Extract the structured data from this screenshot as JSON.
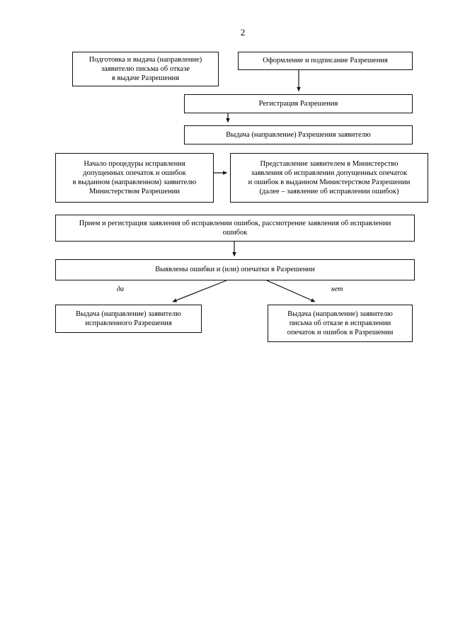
{
  "document": {
    "page_number": "2",
    "type": "administrative-procedure-flowchart",
    "language": "ru"
  },
  "chart_data": {
    "type": "diagram",
    "title": "",
    "nodes": [
      {
        "id": "refusal-letter",
        "text": "Подготовка и выдача (направление) заявителю письма об отказе в выдаче Разрешения",
        "lines": [
          "Подготовка и выдача (направление)",
          "заявителю письма об отказе",
          "в выдаче Разрешения"
        ]
      },
      {
        "id": "issue-sign",
        "text": "Оформление и подписание Разрешения",
        "lines": [
          "Оформление и подписание Разрешения"
        ]
      },
      {
        "id": "registration",
        "text": "Регистрация Разрешения",
        "lines": [
          "Регистрация Разрешения"
        ]
      },
      {
        "id": "deliver-permit",
        "text": "Выдача (направление) Разрешения заявителю",
        "lines": [
          "Выдача (направление) Разрешения заявителю"
        ]
      },
      {
        "id": "start-correction",
        "text": "Начало процедуры исправления допущенных опечаток и ошибок в выданном (направленном) заявителю Министерством Разрешении",
        "lines": [
          "Начало процедуры исправления",
          "допущенных опечаток и ошибок",
          "в выданном (направленном) заявителю",
          "Министерством Разрешении"
        ]
      },
      {
        "id": "applicant-request",
        "text": "Представление заявителем в Министерство заявления об исправлении допущенных опечаток и ошибок в выданном Министерством Разрешении (далее – заявление об исправлении ошибок)",
        "lines": [
          "Представление заявителем в Министерство",
          "заявления об исправлении допущенных опечаток",
          "и ошибок в выданном Министерством Разрешении",
          "(далее – заявление об исправлении ошибок)"
        ]
      },
      {
        "id": "accept-register",
        "text": "Прием и регистрация заявления об исправлении ошибок, рассмотрение заявления об исправлении ошибок",
        "lines": [
          "Прием и регистрация заявления об исправлении ошибок, рассмотрение заявления об исправлении",
          "ошибок"
        ]
      },
      {
        "id": "errors-found",
        "text": "Выявлены ошибки и (или) опечатки в Разрешении",
        "lines": [
          "Выявлены ошибки и (или) опечатки в Разрешении"
        ]
      },
      {
        "id": "corrected-permit",
        "text": "Выдача (направление) заявителю исправленного Разрешения",
        "lines": [
          "Выдача (направление) заявителю",
          "исправленного Разрешения"
        ]
      },
      {
        "id": "refusal-correct",
        "text": "Выдача (направление) заявителю письма об отказе в исправлении опечаток и ошибок в Разрешении",
        "lines": [
          "Выдача (направление) заявителю",
          "письма об отказе в исправлении",
          "опечаток и ошибок в Разрешении"
        ]
      }
    ],
    "edges": [
      {
        "from": "issue-sign",
        "to": "registration",
        "label": ""
      },
      {
        "from": "registration",
        "to": "deliver-permit",
        "label": ""
      },
      {
        "from": "start-correction",
        "to": "applicant-request",
        "label": ""
      },
      {
        "from": "accept-register",
        "to": "errors-found",
        "label": ""
      },
      {
        "from": "errors-found",
        "to": "corrected-permit",
        "label": "да"
      },
      {
        "from": "errors-found",
        "to": "refusal-correct",
        "label": "нет"
      }
    ],
    "branch_labels": {
      "yes": "да",
      "no": "нет"
    },
    "colors": {
      "stroke": "#111111",
      "fill": "#ffffff",
      "text": "#000000"
    }
  }
}
